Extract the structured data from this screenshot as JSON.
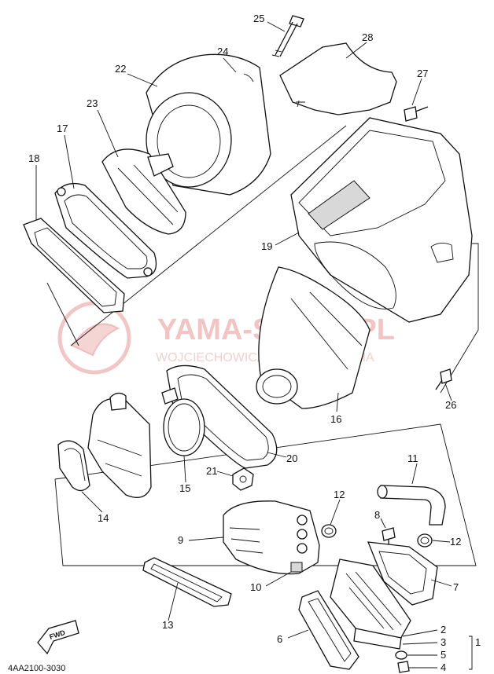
{
  "diagram": {
    "code": "4AA2100-3030",
    "fwd_label": "FWD",
    "watermark": {
      "title": "YAMA-SKLEP.PL",
      "subtitle": "WOJCIECHOWICZ DEALER YAMAHA"
    },
    "parts": {
      "p1": "1",
      "p2": "2",
      "p3": "3",
      "p4": "4",
      "p5": "5",
      "p6": "6",
      "p7": "7",
      "p8": "8",
      "p9": "9",
      "p10": "10",
      "p11": "11",
      "p12a": "12",
      "p12b": "12",
      "p13": "13",
      "p14": "14",
      "p15": "15",
      "p16": "16",
      "p17": "17",
      "p18": "18",
      "p19": "19",
      "p20": "20",
      "p21": "21",
      "p22": "22",
      "p23": "23",
      "p24": "24",
      "p25": "25",
      "p26": "26",
      "p27": "27",
      "p28": "28"
    }
  }
}
